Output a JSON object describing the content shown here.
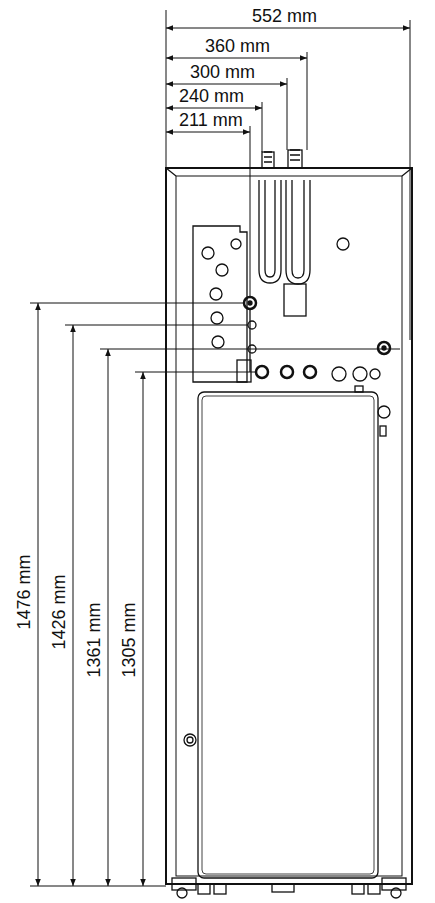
{
  "diagram": {
    "labels": [
      "552 mm",
      "360 mm",
      "300 mm",
      "240 mm",
      "211 mm",
      "1476 mm",
      "1426 mm",
      "1361 mm",
      "1305 mm"
    ]
  }
}
